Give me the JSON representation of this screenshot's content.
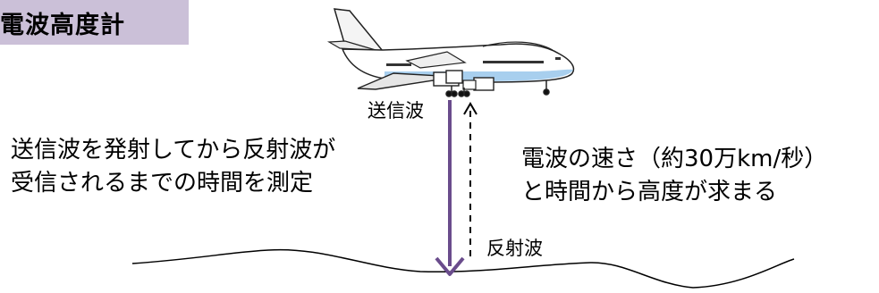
{
  "title": "電波高度計",
  "labels": {
    "transmit_wave": "送信波",
    "reflected_wave": "反射波"
  },
  "description_left": {
    "line1": "送信波を発射してから反射波が",
    "line2": "受信されるまでの時間を測定"
  },
  "description_right": {
    "line1": "電波の速さ（約30万km/秒）",
    "line2": "と時間から高度が求まる"
  },
  "icons": {
    "aircraft": "airplane-icon"
  },
  "colors": {
    "title_background": "#cbc0d8",
    "transmit_arrow": "#6a4c8c",
    "fuselage_stripe": "#a8cfee"
  }
}
